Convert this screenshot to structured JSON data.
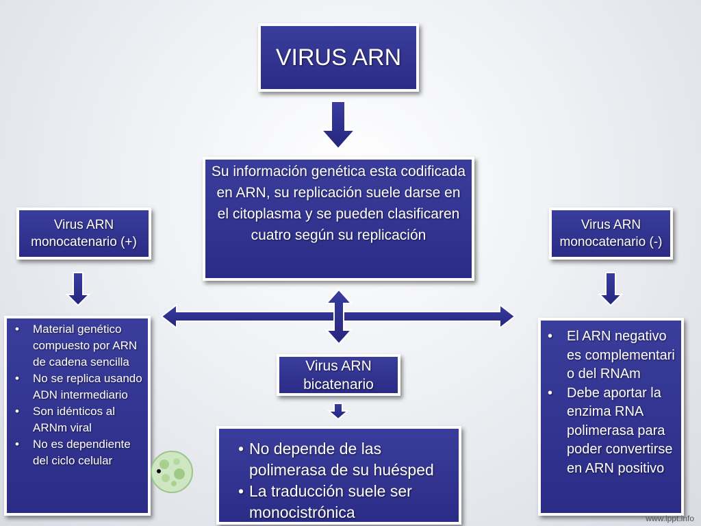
{
  "title": "VIRUS ARN",
  "info": "Su información genética esta codificada en ARN, su replicación suele darse en el citoplasma y se pueden clasificaren cuatro según su replicación",
  "mono_positive": {
    "label": "Virus ARN monocatenario (+)",
    "items": [
      "Material genético compuesto por ARN de cadena sencilla",
      "No se replica usando ADN intermediario",
      "Son idénticos al ARNm viral",
      "No es dependiente del ciclo celular"
    ]
  },
  "mono_negative": {
    "label": "Virus ARN monocatenario (-)",
    "items": [
      "El ARN negativo es complementari o del RNAm",
      "Debe aportar la enzima RNA polimerasa para poder convertirse en ARN positivo"
    ]
  },
  "bicatenario": {
    "label": "Virus ARN bicatenario",
    "items": [
      "No depende de las polimerasa de su huésped",
      "La traducción suele ser monocistrónica"
    ]
  },
  "watermark": "www.lppt.info",
  "colors": {
    "box_fill": "#2f3190",
    "arrow_fill": "#2b2d8c",
    "border": "#ffffff"
  }
}
